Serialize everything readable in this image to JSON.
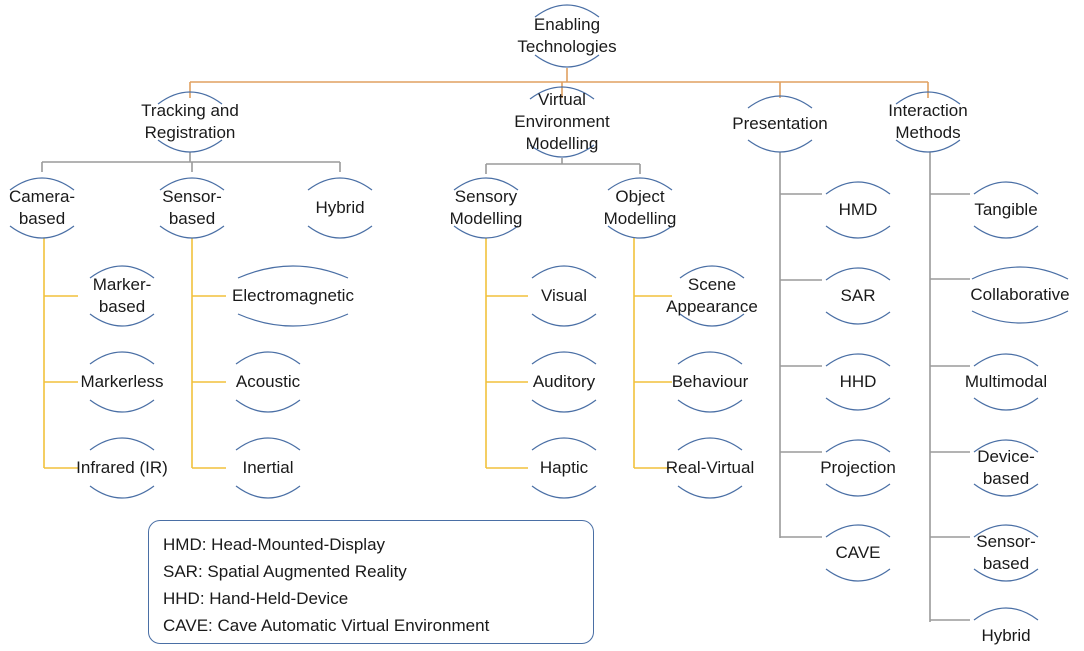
{
  "colors": {
    "root_line": "#e0a060",
    "group_line": "#9a9a9a",
    "leaf_line": "#f2c13c",
    "node_arc": "#4a6fa5"
  },
  "root": {
    "label": "Enabling\nTechnologies"
  },
  "categories": [
    {
      "label": "Tracking and\nRegistration"
    },
    {
      "label": "Virtual\nEnvironment\nModelling"
    },
    {
      "label": "Presentation"
    },
    {
      "label": "Interaction\nMethods"
    }
  ],
  "tracking": {
    "groups": [
      {
        "label": "Camera-\nbased",
        "items": [
          "Marker-\nbased",
          "Markerless",
          "Infrared (IR)"
        ]
      },
      {
        "label": "Sensor-\nbased",
        "items": [
          "Electromagnetic",
          "Acoustic",
          "Inertial"
        ]
      },
      {
        "label": "Hybrid",
        "items": []
      }
    ]
  },
  "modelling": {
    "groups": [
      {
        "label": "Sensory\nModelling",
        "items": [
          "Visual",
          "Auditory",
          "Haptic"
        ]
      },
      {
        "label": "Object\nModelling",
        "items": [
          "Scene\nAppearance",
          "Behaviour",
          "Real-Virtual"
        ]
      }
    ]
  },
  "presentation": {
    "items": [
      "HMD",
      "SAR",
      "HHD",
      "Projection",
      "CAVE"
    ]
  },
  "interaction": {
    "items": [
      "Tangible",
      "Collaborative",
      "Multimodal",
      "Device-\nbased",
      "Sensor-\nbased",
      "Hybrid"
    ]
  },
  "legend": {
    "lines": [
      "HMD: Head-Mounted-Display",
      "SAR: Spatial Augmented Reality",
      "HHD: Hand-Held-Device",
      "CAVE: Cave Automatic Virtual Environment"
    ]
  }
}
